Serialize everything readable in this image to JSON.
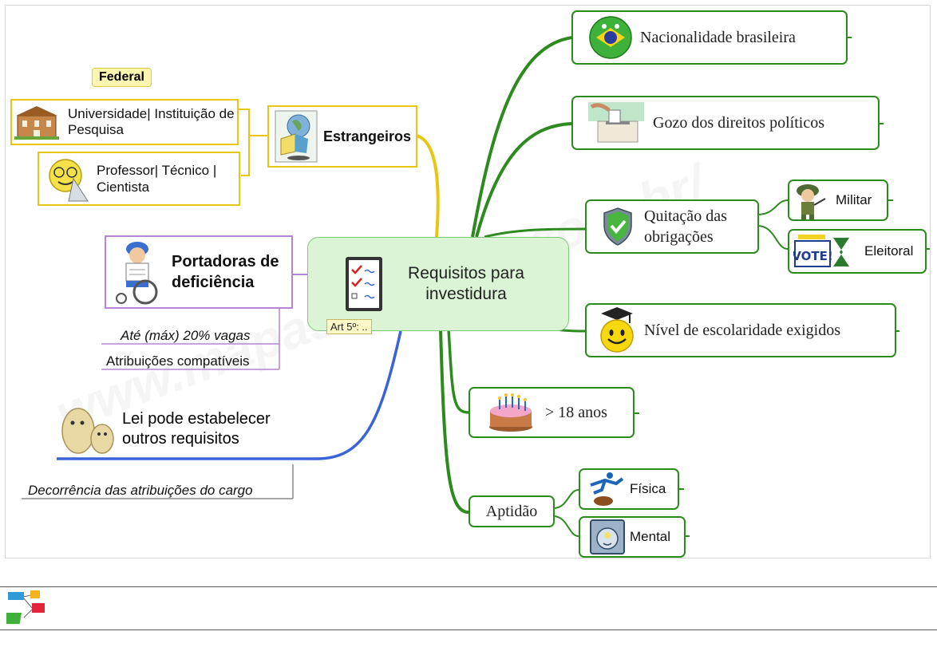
{
  "central": {
    "title": "Requisitos para investidura",
    "tag": "Art 5º: .."
  },
  "right_branches": {
    "nacionalidade": "Nacionalidade brasileira",
    "gozo": "Gozo dos direitos políticos",
    "quitacao": "Quitação das obrigações",
    "quitacao_children": [
      "Militar",
      "Eleitoral"
    ],
    "escolaridade": "Nível de escolaridade exigidos",
    "idade": "> 18 anos",
    "aptidao": "Aptidão",
    "aptidao_children": [
      "Física",
      "Mental"
    ]
  },
  "left_branches": {
    "estrangeiros": "Estrangeiros",
    "federal_callout": "Federal",
    "universidade": "Universidade| Instituição de Pesquisa",
    "professor": "Professor| Técnico | Cientista",
    "deficiencia": "Portadoras de deficiência",
    "deficiencia_notes": [
      "Até (máx) 20% vagas",
      "Atribuições compatíveis"
    ],
    "lei": "Lei pode estabelecer outros requisitos",
    "lei_note": "Decorrência das atribuições do cargo"
  },
  "watermark": "www.mapasmentais.com.br/",
  "colors": {
    "green": "#2c8a1e",
    "yellow": "#e8c616",
    "purple": "#b684d6",
    "blue": "#3a63d8",
    "central_fill": "#dbf4d6"
  }
}
